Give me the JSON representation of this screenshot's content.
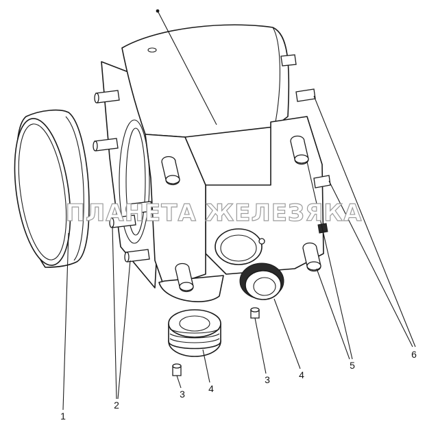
{
  "watermark": "ПЛАНЕТА ЖЕЛЕЗЯКА",
  "callouts": {
    "c1": "1",
    "c2": "2",
    "c3a": "3",
    "c3b": "3",
    "c4a": "4",
    "c4b": "4",
    "c5": "5",
    "c6": "6"
  },
  "colors": {
    "line": "#1a1a1a",
    "watermark_outline": "#9a9a9a",
    "background": "#ffffff"
  }
}
